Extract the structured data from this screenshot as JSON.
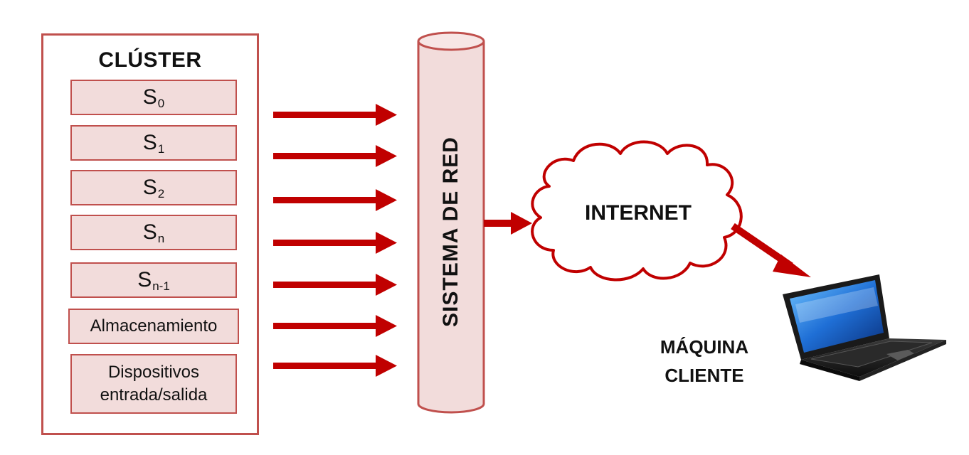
{
  "cluster": {
    "title": "CLÚSTER",
    "servers": [
      {
        "base": "S",
        "sub": "0"
      },
      {
        "base": "S",
        "sub": "1"
      },
      {
        "base": "S",
        "sub": "2"
      },
      {
        "base": "S",
        "sub": "n"
      },
      {
        "base": "S",
        "sub": "n-1"
      }
    ],
    "storage": "Almacenamiento",
    "io": {
      "line1": "Dispositivos",
      "line2": "entrada/salida"
    }
  },
  "network": {
    "label": "SISTEMA DE RED"
  },
  "internet": {
    "label": "INTERNET"
  },
  "client": {
    "line1": "MÁQUINA",
    "line2": "CLIENTE"
  },
  "colors": {
    "accent": "#c0504d",
    "arrow": "#c00000",
    "fill": "#f2dcdb"
  }
}
